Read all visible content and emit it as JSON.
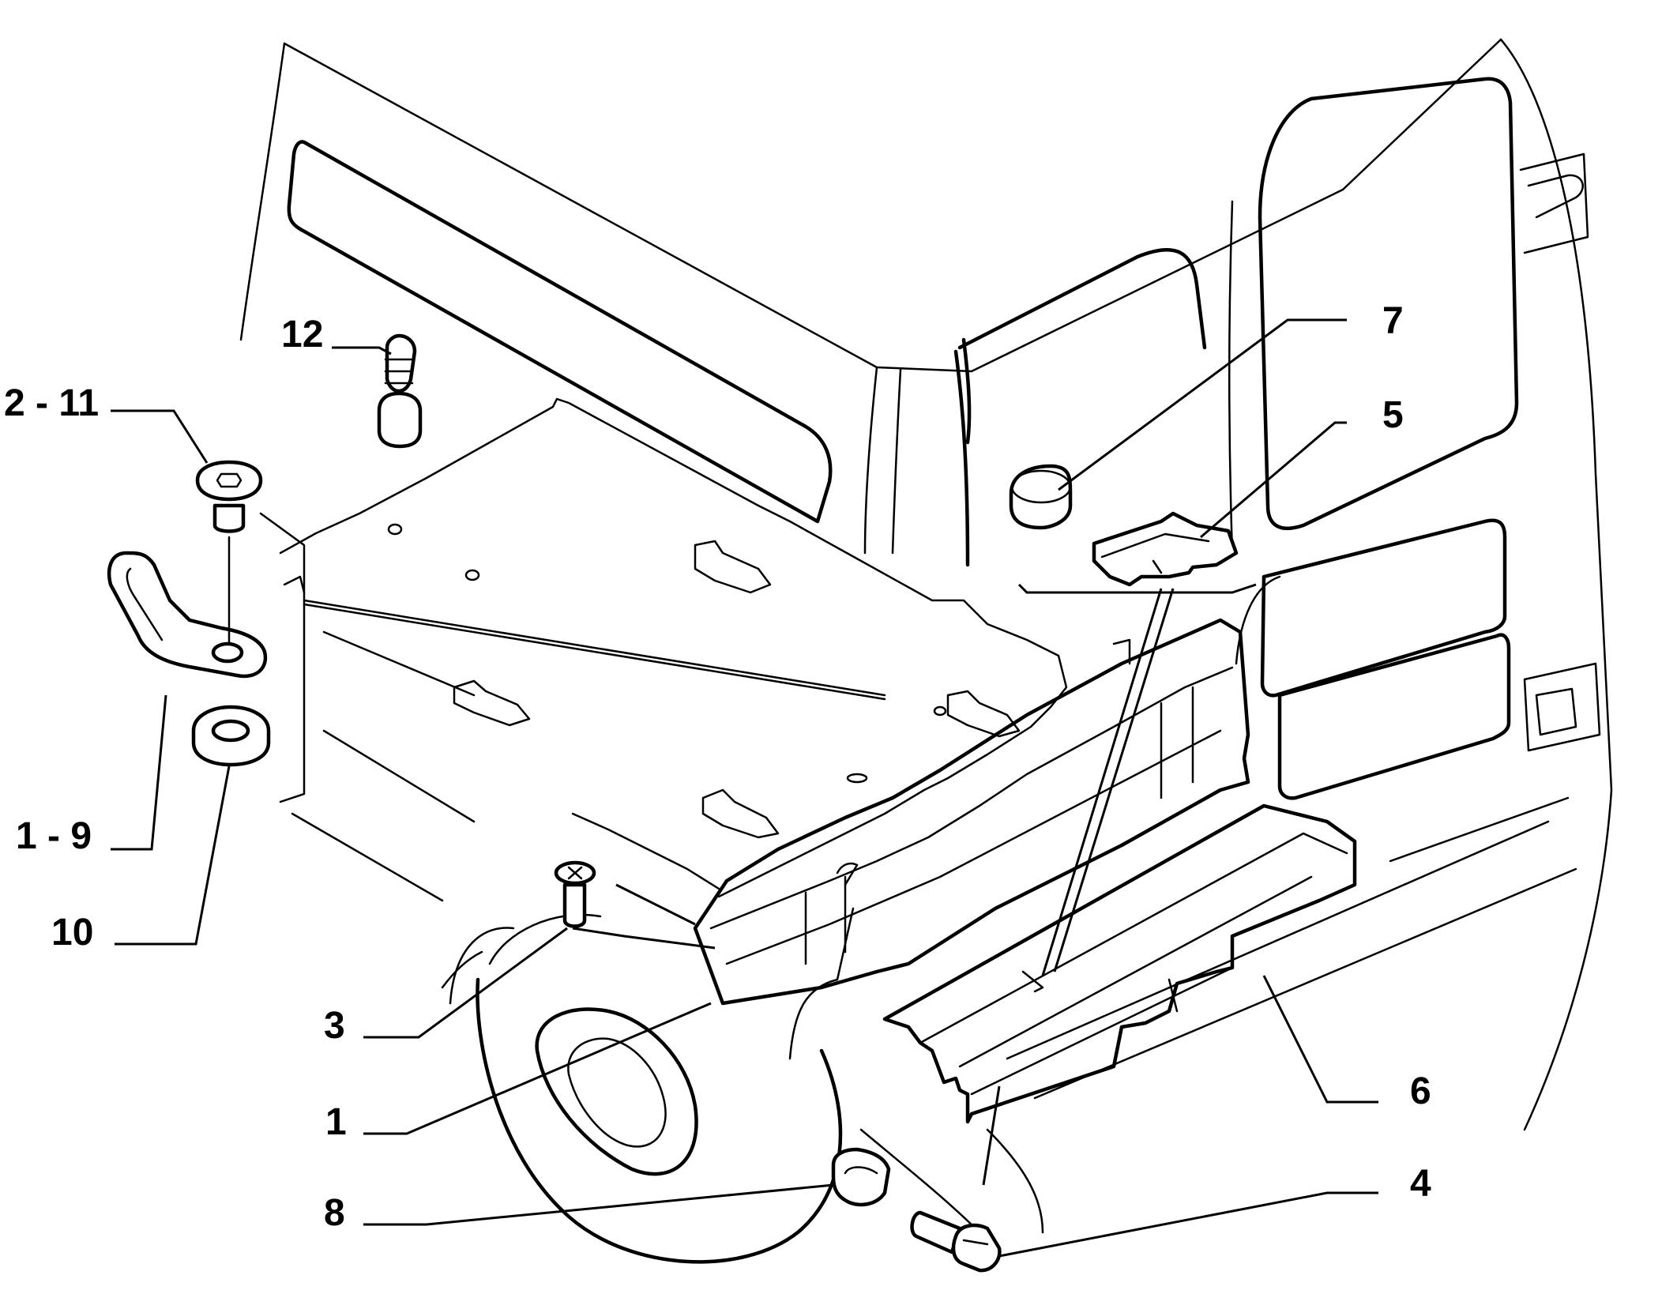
{
  "callouts": {
    "c12": "12",
    "c2_11": "2 - 11",
    "c1_9": "1 - 9",
    "c10": "10",
    "c3": "3",
    "c1": "1",
    "c8": "8",
    "c7": "7",
    "c5": "5",
    "c6": "6",
    "c4": "4"
  }
}
